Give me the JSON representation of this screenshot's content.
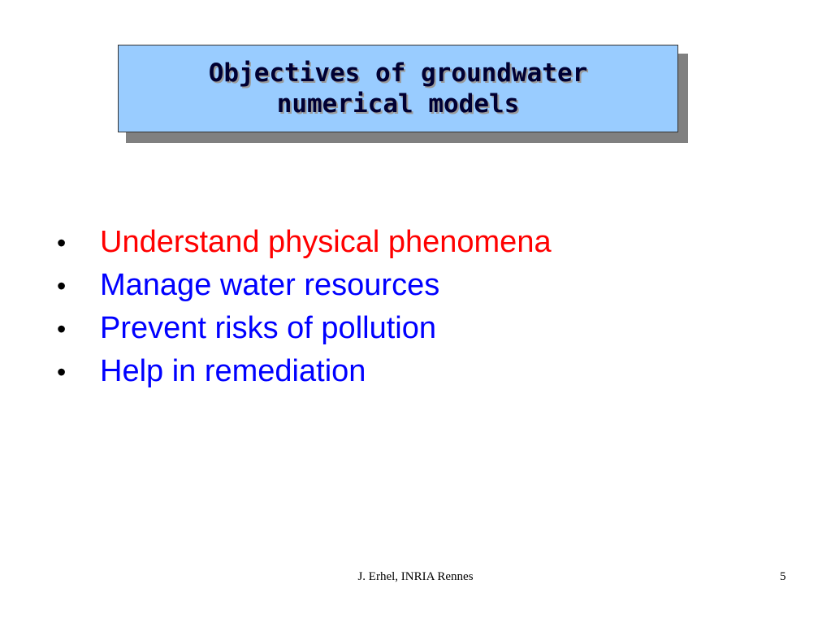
{
  "slide": {
    "title_lines": [
      "Objectives of groundwater",
      "numerical models"
    ],
    "colors": {
      "title_background": "#99ccff",
      "title_shadow": "#808080",
      "highlight_text": "#ff0000",
      "body_text": "#0000ff"
    },
    "bullets": [
      {
        "text": "Understand physical phenomena",
        "color": "#ff0000"
      },
      {
        "text": "Manage water resources",
        "color": "#0000ff"
      },
      {
        "text": "Prevent risks of pollution",
        "color": "#0000ff"
      },
      {
        "text": "Help in remediation",
        "color": "#0000ff"
      }
    ],
    "bullet_symbol": "•"
  },
  "footer": {
    "author": "J. Erhel, INRIA Rennes",
    "page_number": "5"
  }
}
